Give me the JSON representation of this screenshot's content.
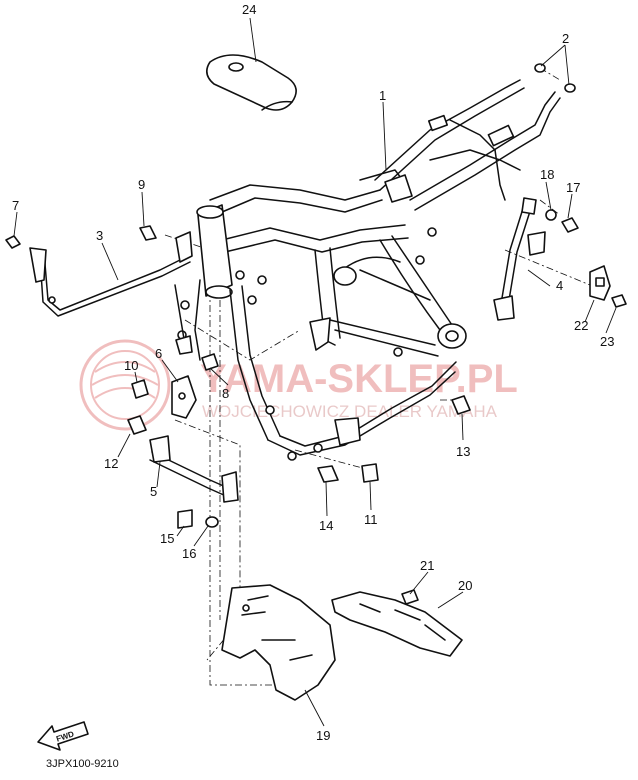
{
  "diagram": {
    "callouts": [
      "24",
      "2",
      "1",
      "18",
      "17",
      "9",
      "7",
      "3",
      "4",
      "22",
      "23",
      "6",
      "10",
      "8",
      "13",
      "12",
      "5",
      "14",
      "11",
      "15",
      "16",
      "21",
      "20",
      "19"
    ],
    "fwd_label": "FWD",
    "drawing_code": "3JPX100-9210"
  },
  "watermark": {
    "brand": "YAMA-SKLEP.PL",
    "subtitle": "WOJCIECHOWICZ DEALER YAMAHA",
    "color": "#e8a0a0"
  }
}
